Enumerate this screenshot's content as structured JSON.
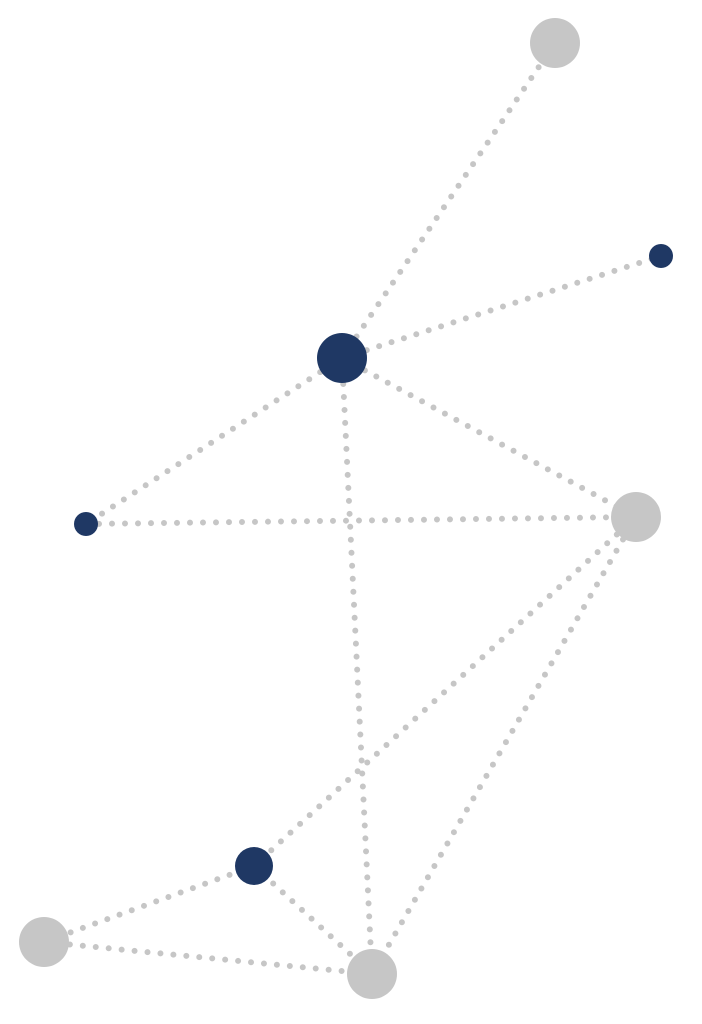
{
  "colors": {
    "primary": "#1f3864",
    "secondary": "#c6c6c6",
    "edge": "#c6c6c6"
  },
  "nodes": [
    {
      "id": "a",
      "group": "secondary",
      "size": "large"
    },
    {
      "id": "b",
      "group": "primary",
      "size": "small"
    },
    {
      "id": "c",
      "group": "primary",
      "size": "large"
    },
    {
      "id": "d",
      "group": "primary",
      "size": "small"
    },
    {
      "id": "e",
      "group": "secondary",
      "size": "large"
    },
    {
      "id": "f",
      "group": "primary",
      "size": "medium"
    },
    {
      "id": "g",
      "group": "secondary",
      "size": "large"
    },
    {
      "id": "h",
      "group": "secondary",
      "size": "large"
    }
  ],
  "edges": [
    [
      "c",
      "a"
    ],
    [
      "c",
      "b"
    ],
    [
      "c",
      "d"
    ],
    [
      "c",
      "e"
    ],
    [
      "c",
      "h"
    ],
    [
      "d",
      "e"
    ],
    [
      "e",
      "f"
    ],
    [
      "e",
      "h"
    ],
    [
      "f",
      "g"
    ],
    [
      "f",
      "h"
    ],
    [
      "g",
      "h"
    ]
  ]
}
